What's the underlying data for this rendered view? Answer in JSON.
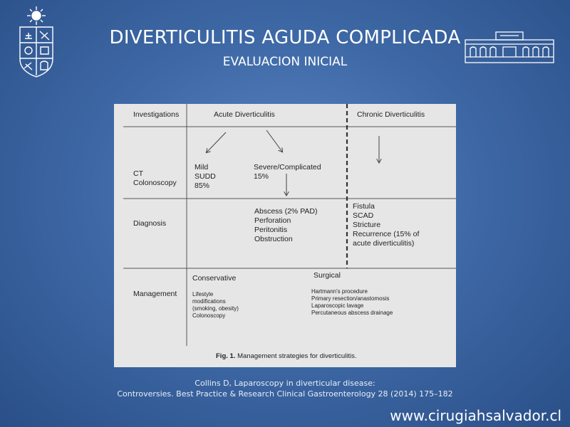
{
  "slide": {
    "title": "DIVERTICULITIS AGUDA COMPLICADA",
    "subtitle": "EVALUACION INICIAL",
    "citation_line1": "Collins D, Laparoscopy in diverticular disease:",
    "citation_line2": "Controversies. Best Practice & Research Clinical Gastroenterology 28 (2014) 175–182",
    "website": "www.cirugiahsalvador.cl"
  },
  "figure": {
    "headers": {
      "investigations": "Investigations",
      "acute": "Acute Diverticulitis",
      "chronic": "Chronic Diverticulitis"
    },
    "ct_row": {
      "label_lines": [
        "CT",
        "Colonoscopy"
      ],
      "mild_lines": [
        "Mild",
        "SUDD",
        "85%"
      ],
      "severe_lines": [
        "Severe/Complicated",
        "15%"
      ]
    },
    "diagnosis_row": {
      "label": "Diagnosis",
      "acute_lines": [
        "Abscess  (2% PAD)",
        "Perforation",
        "Peritonitis",
        "Obstruction"
      ],
      "chronic_lines": [
        "Fistula",
        "SCAD",
        "Stricture",
        "Recurrence (15% of",
        "acute diverticulitis)"
      ]
    },
    "management_row": {
      "label": "Management",
      "conservative": "Conservative",
      "conservative_lines": [
        "Lifestyle",
        "modifications",
        "(smoking, obesity)",
        "Colonoscopy"
      ],
      "surgical": "Surgical",
      "surgical_lines": [
        "Hartmann's procedure",
        "Primary resection/anastomosis",
        "Laparoscopic lavage",
        "Percutaneous abscess drainage"
      ]
    },
    "caption_label": "Fig. 1.",
    "caption_text": "Management strategies for diverticulitis."
  }
}
